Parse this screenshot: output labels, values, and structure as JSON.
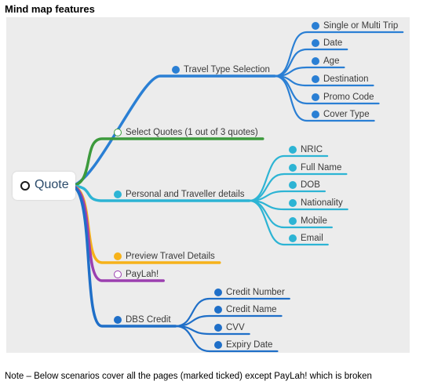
{
  "heading": "Mind map features",
  "note": "Note – Below scenarios cover all the pages (marked ticked) except PayLah! which is broken",
  "colors": {
    "travel": "#2a7fd4",
    "select": "#3c9a3c",
    "personal": "#2db4d4",
    "preview": "#f6b21a",
    "paylah": "#9b3fb0",
    "dbs": "#1f6fc8",
    "background": "#ececec"
  },
  "root": {
    "label": "Quote",
    "icon": "hollow-circle-icon"
  },
  "branches": [
    {
      "label": "Travel Type Selection",
      "status": "check-circle-icon",
      "children": [
        "Single or Multi Trip",
        "Date",
        "Age",
        "Destination",
        "Promo Code",
        "Cover Type"
      ]
    },
    {
      "label": "Select Quotes (1 out of 3 quotes)",
      "status": "empty-circle-icon",
      "children": []
    },
    {
      "label": "Personal and Traveller details",
      "status": "check-circle-icon",
      "children": [
        "NRIC",
        "Full Name",
        "DOB",
        "Nationality",
        "Mobile",
        "Email"
      ]
    },
    {
      "label": "Preview Travel Details",
      "status": "check-circle-icon",
      "children": []
    },
    {
      "label": "PayLah!",
      "status": "empty-circle-icon",
      "children": []
    },
    {
      "label": "DBS Credit",
      "status": "check-circle-icon",
      "children": [
        "Credit Number",
        "Credit Name",
        "CVV",
        "Expiry Date"
      ]
    }
  ]
}
